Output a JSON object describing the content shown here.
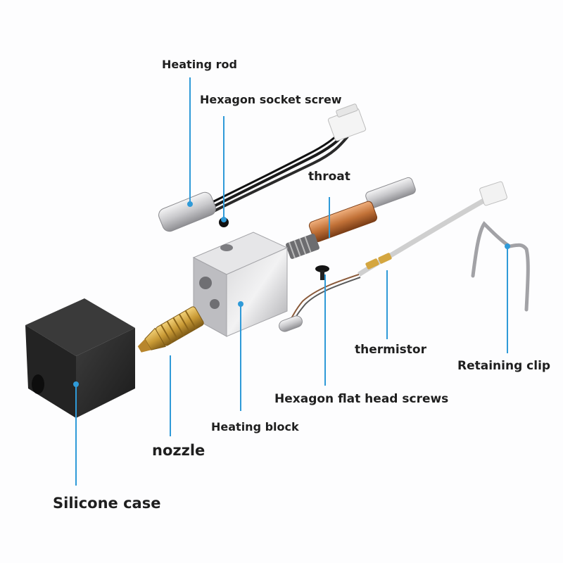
{
  "labels": {
    "heating_rod": "Heating rod",
    "hexagon_socket_screw": "Hexagon socket screw",
    "throat": "throat",
    "heating_block": "Heating block",
    "nozzle": "nozzle",
    "silicone_case": "Silicone case",
    "thermistor": "thermistor",
    "hexagon_flat_head_screws": "Hexagon flat head screws",
    "retaining_clip": "Retaining clip"
  },
  "colors": {
    "leader_line": "#2f9ad8",
    "label_text": "#1f1f1f",
    "background": "#fdfdfe"
  }
}
